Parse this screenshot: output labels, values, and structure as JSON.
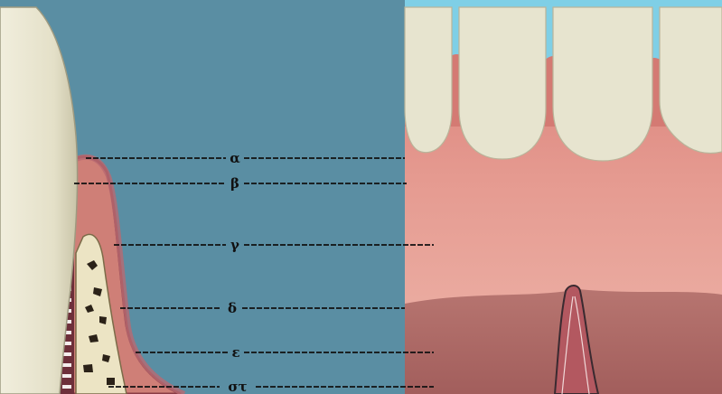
{
  "colors": {
    "background_left": "#5a8ea3",
    "tooth": "#e7e4cf",
    "gingiva": "#d98e86",
    "gingiva_light": "#eeb0a6",
    "mucosa": "#b06a66",
    "bone": "#ece4c4",
    "periosteum": "#6d2f3a",
    "sky": "#7fcfe6",
    "line": "#111111"
  },
  "labels": {
    "alpha": "α",
    "beta": "β",
    "gamma": "γ",
    "delta": "δ",
    "epsilon": "ε",
    "sigma_tau": "στ"
  }
}
